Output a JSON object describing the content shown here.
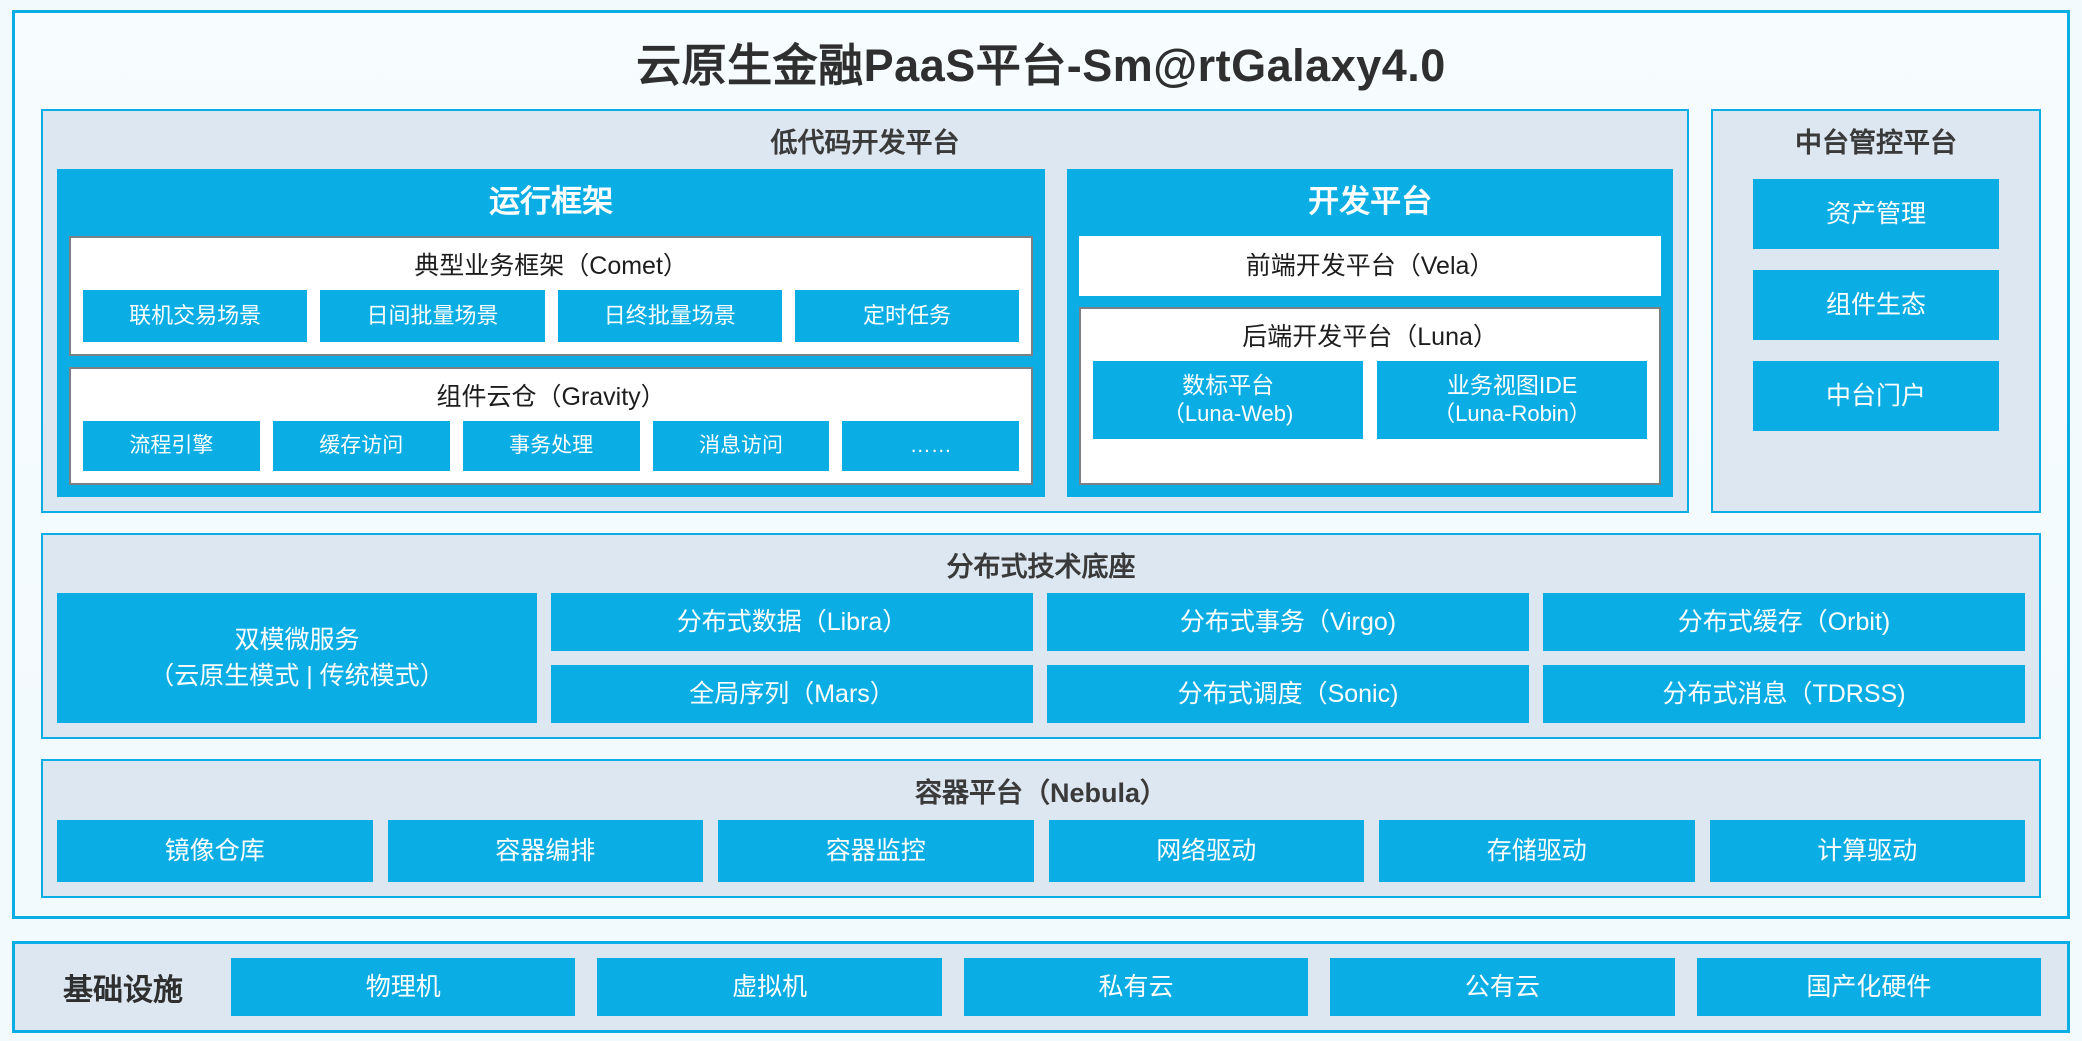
{
  "title": "云原生金融PaaS平台-Sm@rtGalaxy4.0",
  "colors": {
    "accent_blue": "#0aade4",
    "panel_bg": "#dde7f2",
    "page_bg": "#f3fafd",
    "box_border_grey": "#7b8085",
    "text_dark": "#3a3a3a"
  },
  "lowcode": {
    "title": "低代码开发平台",
    "runtime": {
      "title": "运行框架",
      "comet": {
        "title": "典型业务框架（Comet）",
        "items": [
          "联机交易场景",
          "日间批量场景",
          "日终批量场景",
          "定时任务"
        ]
      },
      "gravity": {
        "title": "组件云仓（Gravity）",
        "items": [
          "流程引擎",
          "缓存访问",
          "事务处理",
          "消息访问",
          "……"
        ]
      }
    },
    "devplatform": {
      "title": "开发平台",
      "frontend": "前端开发平台（Vela）",
      "backend": {
        "title": "后端开发平台（Luna）",
        "items": [
          {
            "line1": "数标平台",
            "line2": "（Luna-Web)"
          },
          {
            "line1": "业务视图IDE",
            "line2": "（Luna-Robin）"
          }
        ]
      }
    }
  },
  "midplatform": {
    "title": "中台管控平台",
    "items": [
      "资产管理",
      "组件生态",
      "中台门户"
    ]
  },
  "tech": {
    "title": "分布式技术底座",
    "wide": {
      "line1": "双模微服务",
      "line2": "（云原生模式 | 传统模式）"
    },
    "columns": [
      [
        "分布式数据（Libra）",
        "全局序列（Mars）"
      ],
      [
        "分布式事务（Virgo)",
        "分布式调度（Sonic)"
      ],
      [
        "分布式缓存（Orbit)",
        "分布式消息（TDRSS)"
      ]
    ]
  },
  "containerplatform": {
    "title": "容器平台（Nebula）",
    "items": [
      "镜像仓库",
      "容器编排",
      "容器监控",
      "网络驱动",
      "存储驱动",
      "计算驱动"
    ]
  },
  "infrastructure": {
    "label": "基础设施",
    "items": [
      "物理机",
      "虚拟机",
      "私有云",
      "公有云",
      "国产化硬件"
    ]
  }
}
